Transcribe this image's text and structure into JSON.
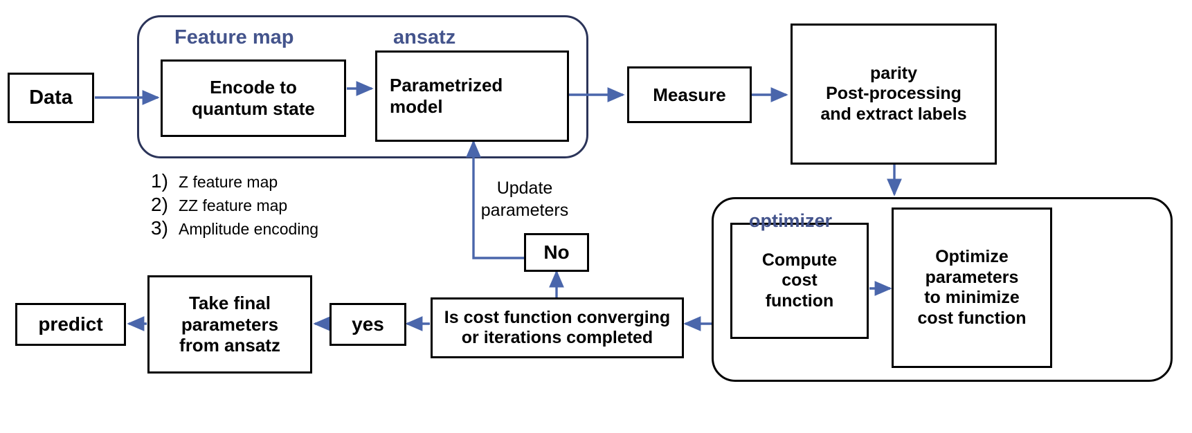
{
  "diagram": {
    "title": "Quantum machine learning variational classifier workflow",
    "colors": {
      "arrow_blue": "#4a66ab",
      "group_label_blue": "#44548c",
      "navy_border": "#2b3459",
      "box_border": "#000000",
      "background": "#ffffff"
    }
  },
  "groups": [
    {
      "id": "quantum-circuit-group",
      "label": "",
      "border": "navy"
    },
    {
      "id": "optimizer-group",
      "label": "",
      "border": "black"
    }
  ],
  "group_labels": {
    "feature_map": "Feature map",
    "ansatz": "ansatz",
    "optimizer": "optimizer"
  },
  "nodes": {
    "data": "Data",
    "encode": "Encode to\nquantum state",
    "parametrized_model": "Parametrized\nmodel",
    "measure": "Measure",
    "postprocessing": "parity\nPost-processing\nand extract labels",
    "compute_cost": "Compute\ncost\nfunction",
    "optimize_params": "Optimize\nparameters\nto minimize\ncost function",
    "decision": "Is cost function converging\nor iterations completed",
    "no": "No",
    "yes": "yes",
    "take_final": "Take final\nparameters\nfrom ansatz",
    "predict": "predict"
  },
  "annotations": {
    "update_parameters": "Update\nparameters"
  },
  "feature_map_options": [
    {
      "number": "1)",
      "label": "Z feature map"
    },
    {
      "number": "2)",
      "label": "ZZ feature map"
    },
    {
      "number": "3)",
      "label": "Amplitude encoding"
    }
  ]
}
